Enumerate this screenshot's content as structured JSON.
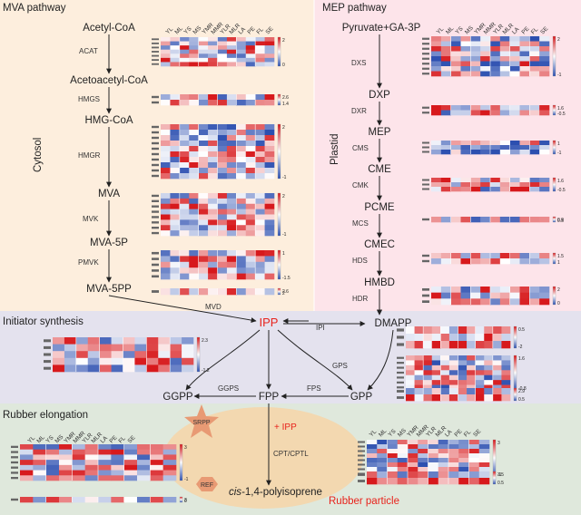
{
  "sections": {
    "mva": "MVA pathway",
    "mep": "MEP pathway",
    "cytosol": "Cytosol",
    "plastid": "Plastid",
    "initiator": "Initiator synthesis",
    "elongation": "Rubber elongation",
    "particle": "Rubber particle"
  },
  "tissues": [
    "YL",
    "ML",
    "YS",
    "MS",
    "YMR",
    "MMR",
    "YLR",
    "MLR",
    "LA",
    "PE",
    "FL",
    "SE"
  ],
  "mva_nodes": [
    "Acetyl-CoA",
    "Acetoacetyl-CoA",
    "HMG-CoA",
    "MVA",
    "MVA-5P",
    "MVA-5PP"
  ],
  "mva_enzymes": [
    "ACAT",
    "HMGS",
    "HMGR",
    "MVK",
    "PMVK",
    "MVD"
  ],
  "mep_nodes": [
    "Pyruvate+GA-3P",
    "DXP",
    "MEP",
    "CME",
    "PCME",
    "CMEC",
    "HMBD"
  ],
  "mep_enzymes": [
    "DXS",
    "DXR",
    "CMS",
    "CMK",
    "MCS",
    "HDS",
    "HDR"
  ],
  "central": {
    "ipp": "IPP",
    "dmapp": "DMAPP",
    "ipi": "IPI",
    "gps": "GPS",
    "ggpp": "GGPP",
    "fpp": "FPP",
    "gpp": "GPP",
    "ggps": "GGPS",
    "fps": "FPS",
    "plus_ipp": "+ IPP",
    "cpt": "CPT/CPTL",
    "srpp": "SRPP",
    "ref": "REF",
    "product_italic": "cis",
    "product_rest": "-1,4-polyisoprene"
  },
  "scales": {
    "acat": [
      "2",
      "0"
    ],
    "hmgs": [
      "2.6",
      "1.4"
    ],
    "hmgr": [
      "2",
      "-1"
    ],
    "mvk": [
      "2",
      "-1"
    ],
    "pmvk": [
      "1",
      "-1.5"
    ],
    "mvd": [
      "2.6",
      "2"
    ],
    "dxs": [
      "2",
      "-1"
    ],
    "dxr": [
      "1.6",
      "-0.5"
    ],
    "cms": [
      "1",
      "-1"
    ],
    "cmk": [
      "1.6",
      "-0.5"
    ],
    "mcs": [
      "0.9",
      "0.5"
    ],
    "hds": [
      "1.5",
      "1"
    ],
    "hdr": [
      "2",
      "0"
    ],
    "dmapp": [
      "0.5",
      "-2"
    ],
    "ipi": [
      "2.3",
      "-1.2"
    ],
    "gps": [
      "1.6",
      "-0.8"
    ],
    "fps": [
      "2.9",
      "0.5"
    ],
    "srpp": [
      "3",
      "-1"
    ],
    "cpt": [
      "3",
      "-1"
    ],
    "cptl": [
      "3.5",
      "0.5"
    ],
    "ref": [
      "3",
      "0"
    ]
  },
  "colors": {
    "mva_bg": "#fdeedd",
    "mep_bg": "#fde4ea",
    "initiator_bg": "#e4e2ee",
    "elongation_bg": "#dfe8dc",
    "particle": "#f3d8b0",
    "star": "#e89a74",
    "accent_red": "#e8231c",
    "heat_high": "#d7191c",
    "heat_mid": "#ffffff",
    "heat_low": "#2c4fb0"
  }
}
